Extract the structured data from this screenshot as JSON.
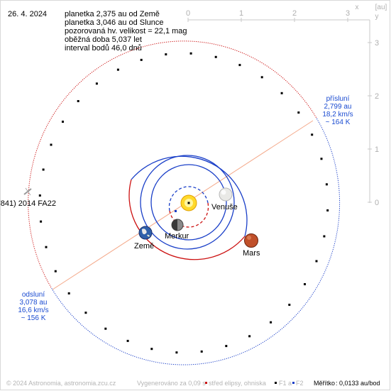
{
  "header": {
    "date": "26. 4. 2024",
    "info_lines": [
      "planetka 2,375 au od Země",
      "planetka 3,046 au od Slunce",
      "pozorovaná hv. velikost = 22,1 mag",
      "oběžná doba 5,037 let",
      "interval bodů 46,0 dnů"
    ]
  },
  "axes": {
    "corner_labels": {
      "x": "x",
      "y": "y",
      "unit": "[au]"
    },
    "x_ticks": [
      "0",
      "1",
      "2",
      "3"
    ],
    "y_ticks": [
      "3",
      "2",
      "1",
      "0"
    ]
  },
  "bodies": {
    "asteroid_label": "(7841) 2014 FA22",
    "venus": "Venuše",
    "mercury": "Merkur",
    "earth": "Země",
    "mars": "Mars"
  },
  "perihelion": {
    "title": "přísluní",
    "distance": "2,799 au",
    "speed": "18,2 km/s",
    "temperature": "~ 164 K"
  },
  "aphelion": {
    "title": "odsluní",
    "distance": "3,078 au",
    "speed": "16,6 km/s",
    "temperature": "~ 156 K"
  },
  "footer": {
    "copyright": "© 2024 Astronomia, astronomia.zcu.cz",
    "generated": "Vygenerováno za 0,09 s",
    "legend_center": "střed elipsy, ohniska",
    "f1": "F1",
    "a_label": "a",
    "f2": "F2",
    "scale_label": "Měřítko",
    "scale_value": ": 0,0133 au/bod"
  },
  "colors": {
    "orbit_above": "#cc1111",
    "orbit_below": "#1a3fc8",
    "apsis_line": "#f4a98a",
    "axis": "#c8c8c8",
    "note_text": "#1a4bd1"
  }
}
